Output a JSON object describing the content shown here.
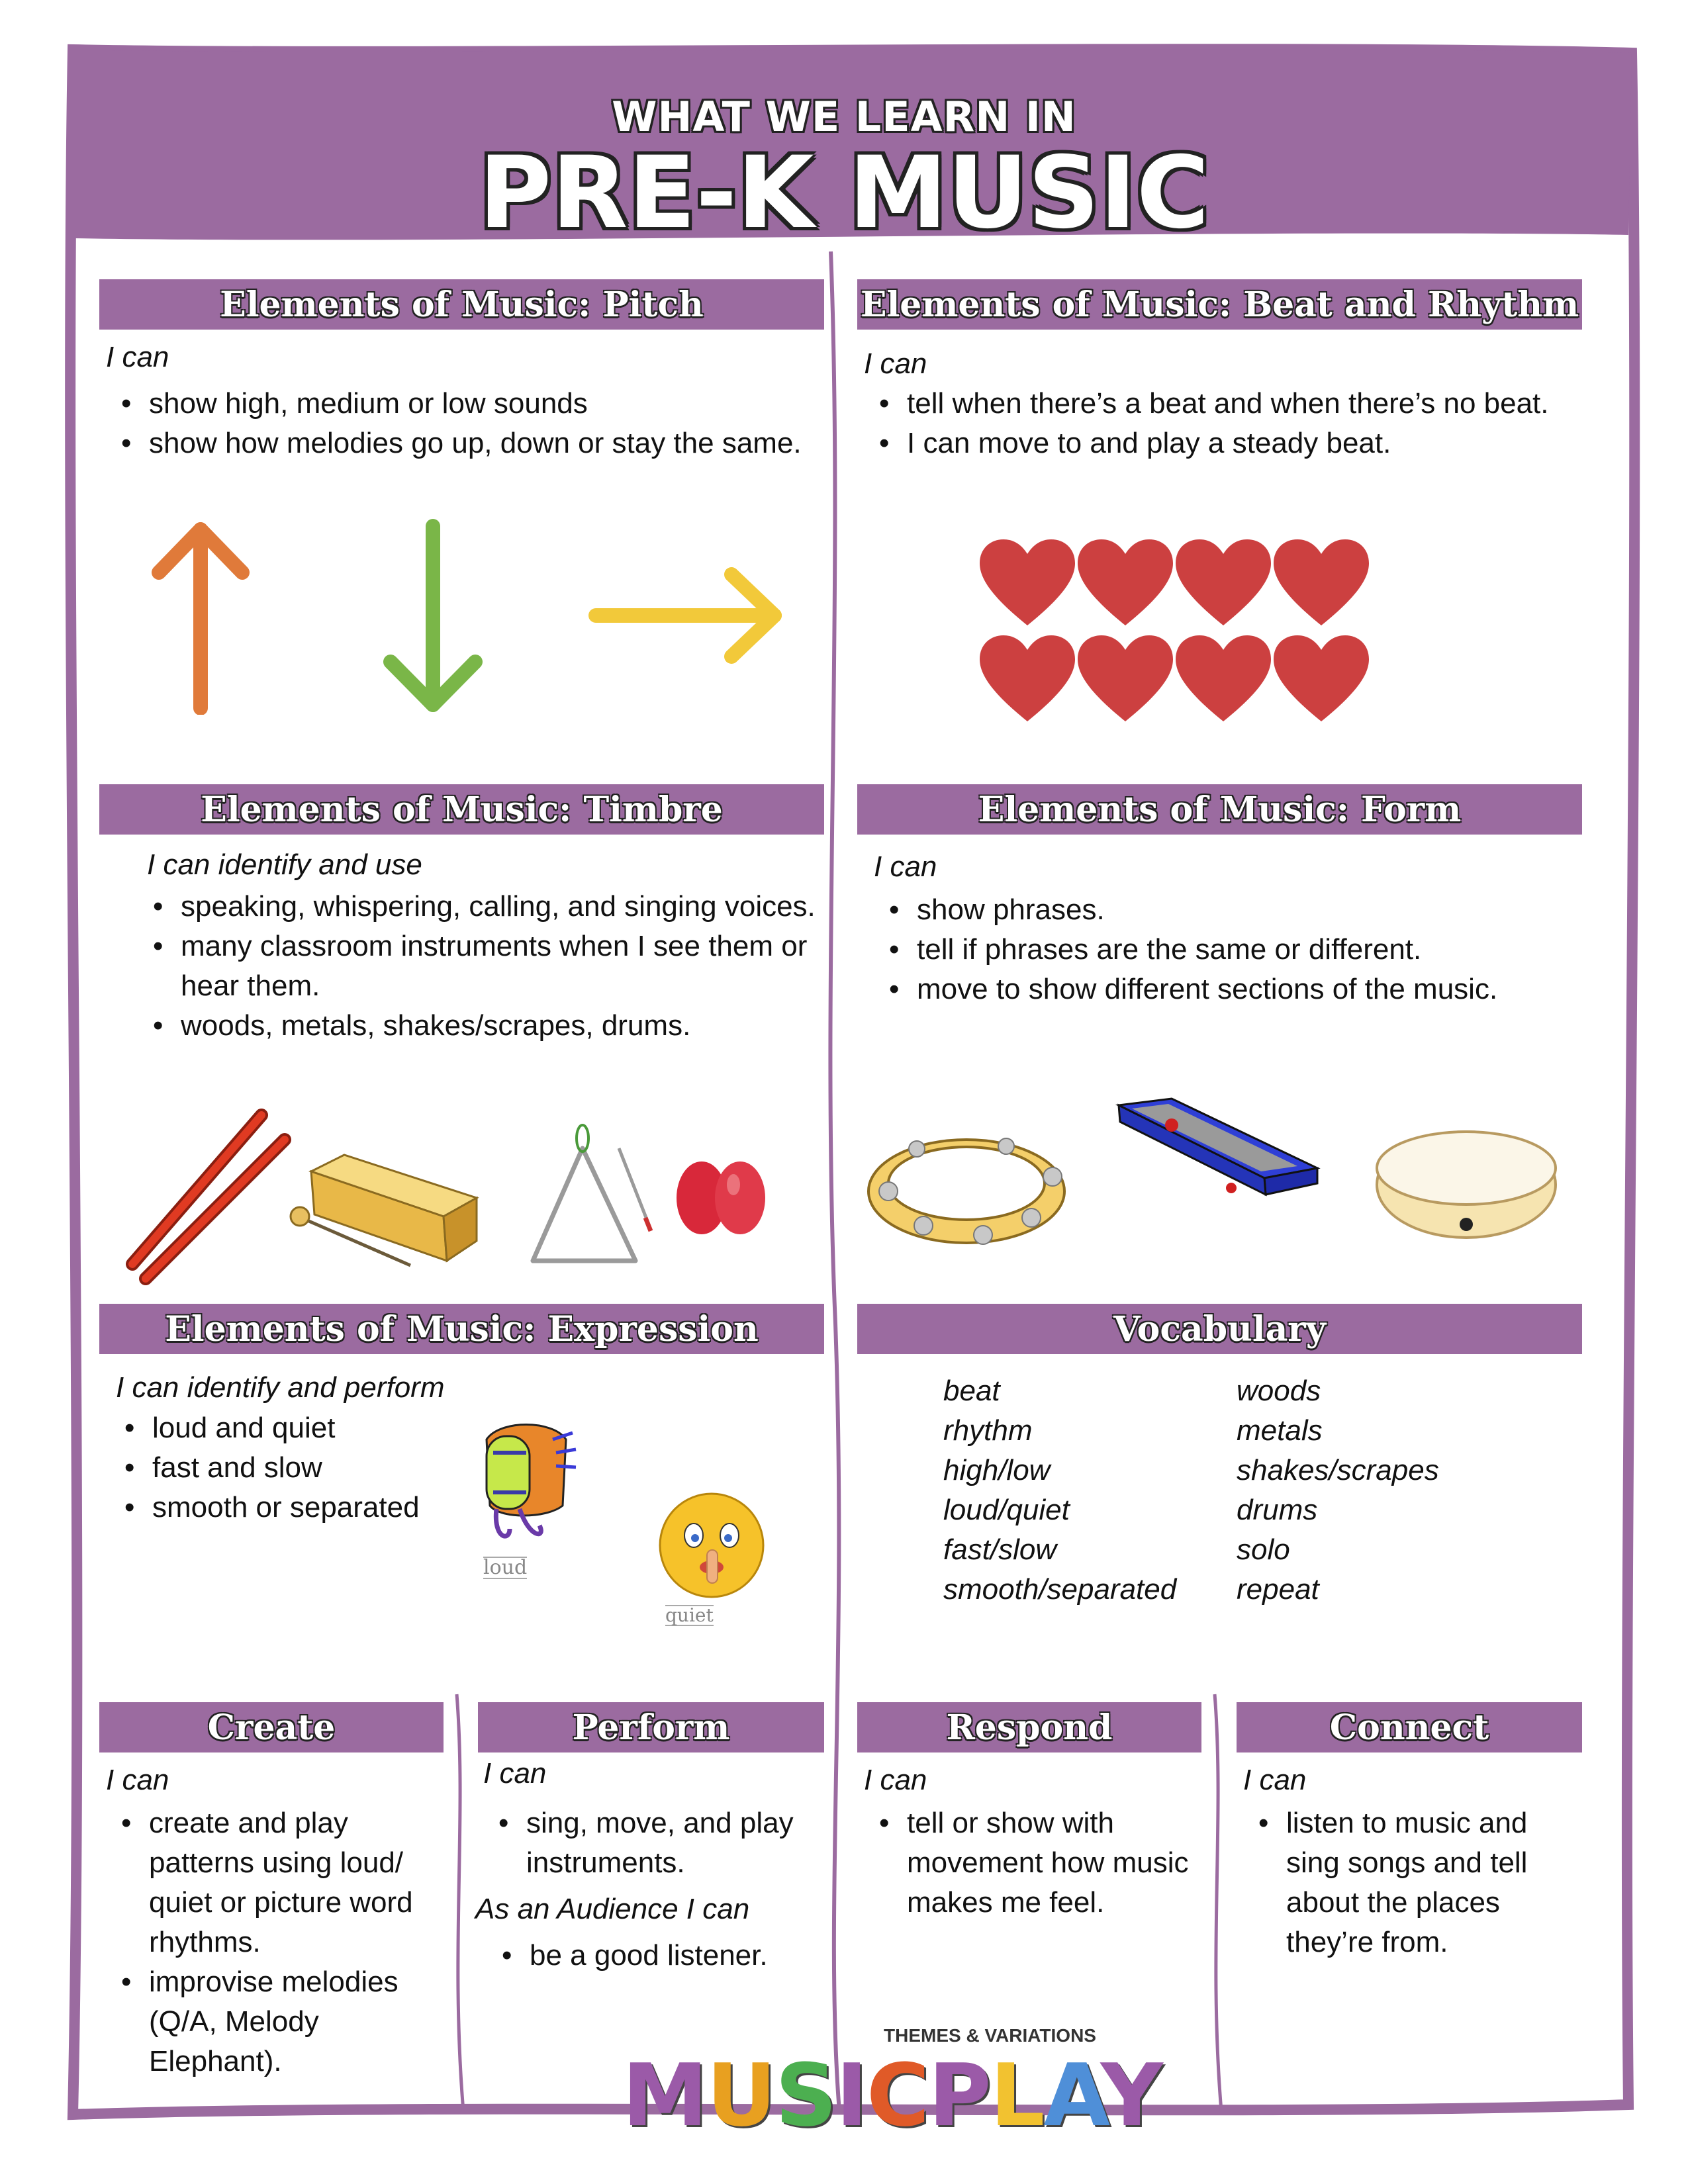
{
  "header": {
    "subtitle": "WHAT WE LEARN IN",
    "title": "PRE-K MUSIC"
  },
  "colors": {
    "purple": "#9b6ba0",
    "heart": "#cc4040"
  },
  "pitch": {
    "title": "Elements of Music: Pitch",
    "intro": "I can",
    "items": [
      "show high, medium or low sounds",
      "show how melodies go up, down or stay the same."
    ],
    "icons": [
      "arrow-up-icon",
      "arrow-down-icon",
      "arrow-right-icon"
    ]
  },
  "beat": {
    "title": "Elements of Music: Beat and Rhythm",
    "intro": "I can",
    "items": [
      "tell when there’s a beat and when there’s no beat.",
      " I can move to and play  a steady beat."
    ],
    "icons": [
      "heart-icon"
    ]
  },
  "timbre": {
    "title": "Elements of Music: Timbre",
    "intro": "I can identify and use",
    "items": [
      "speaking, whispering, calling, and singing voices.",
      "many classroom instruments  when I see them or hear them.",
      "woods, metals, shakes/scrapes, drums."
    ],
    "icons": [
      "rhythm-sticks-icon",
      "wood-block-icon",
      "triangle-icon",
      "maracas-icon"
    ]
  },
  "form": {
    "title": "Elements of Music: Form",
    "intro": "I can",
    "items": [
      "show phrases.",
      "tell if phrases are the same or different.",
      "move to show different sections of the music."
    ],
    "icons": [
      "tambourine-icon",
      "cabasa-box-icon",
      "hand-drum-icon"
    ]
  },
  "expression": {
    "title": "Elements of Music: Expression",
    "intro": "I can identify and perform",
    "items": [
      "loud and quiet",
      "fast and slow",
      "smooth or separated"
    ],
    "loud_label": "loud",
    "quiet_label": "quiet",
    "icons": [
      "drum-icon",
      "shush-emoji-icon"
    ]
  },
  "vocabulary": {
    "title": "Vocabulary",
    "col1": [
      "beat",
      "rhythm",
      "high/low",
      "loud/quiet",
      "fast/slow",
      "smooth/separated"
    ],
    "col2": [
      "woods",
      "metals",
      "shakes/scrapes",
      "drums",
      "solo",
      "repeat"
    ]
  },
  "create": {
    "title": "Create",
    "intro": "I can",
    "items": [
      "create and play patterns using loud/ quiet or picture word rhythms.",
      "improvise melodies (Q/A, Melody Elephant)."
    ]
  },
  "perform": {
    "title": "Perform",
    "intro": "I can",
    "items": [
      "sing, move, and play instruments."
    ],
    "intro2": "As an Audience I can",
    "items2": [
      " be a good listener."
    ]
  },
  "respond": {
    "title": "Respond",
    "intro": "I can",
    "items": [
      "tell or show with movement how music makes me feel."
    ]
  },
  "connect": {
    "title": "Connect",
    "intro": "I can",
    "items": [
      "listen to music and sing songs and tell about the places they’re from."
    ]
  },
  "logo": {
    "small": "THEMES & VARIATIONS",
    "letters": [
      "M",
      "U",
      "S",
      "I",
      "C",
      "P",
      "L",
      "A",
      "Y"
    ],
    "letter_colors": [
      "#9b5aa8",
      "#e8a020",
      "#4caf50",
      "#9b5aa8",
      "#e05a28",
      "#9b5aa8",
      "#f2c230",
      "#4f8fd8",
      "#9b5aa8"
    ]
  }
}
